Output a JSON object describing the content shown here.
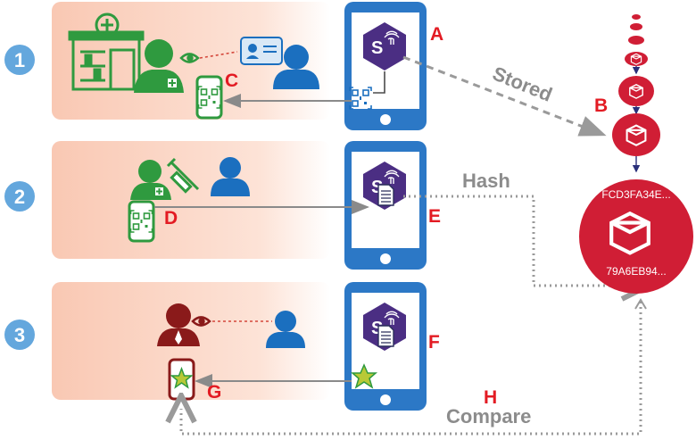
{
  "steps": [
    {
      "number": "1"
    },
    {
      "number": "2"
    },
    {
      "number": "3"
    }
  ],
  "labels": {
    "A": "A",
    "B": "B",
    "C": "C",
    "D": "D",
    "E": "E",
    "F": "F",
    "G": "G",
    "H": "H"
  },
  "arrows": {
    "stored": "Stored",
    "hash": "Hash",
    "compare": "Compare"
  },
  "blockchain": {
    "hash_top": "FCD3FA34E...",
    "hash_bottom": "79A6EB94..."
  },
  "colors": {
    "panel": "#fad3c2",
    "step_circle": "#64a7dd",
    "phone": "#2c78c6",
    "app_hex": "#4b2e83",
    "green": "#2f9a3f",
    "blockchain_red": "#d01e35",
    "label_red": "#e31b23",
    "arrow_gray": "#8c8c8c",
    "person_blue": "#1b6fbf",
    "verifier_maroon": "#8a1a1a"
  },
  "icons": [
    "pharmacy-icon",
    "doctor-icon",
    "eye-icon",
    "id-card-icon",
    "person-icon",
    "qr-code-icon",
    "fingerprint-icon",
    "document-icon",
    "syringe-icon",
    "star-badge-icon",
    "blockchain-block-icon"
  ]
}
